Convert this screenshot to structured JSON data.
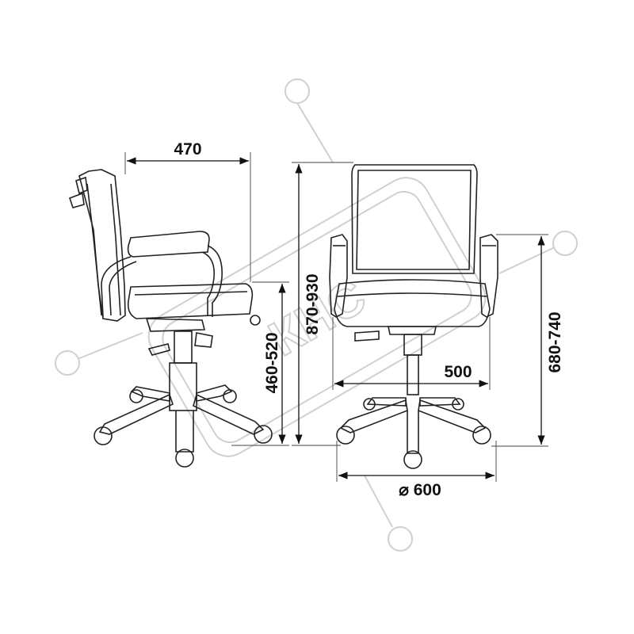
{
  "watermark": {
    "text": "КНС"
  },
  "side_view": {
    "depth_label": "470",
    "seat_height_label": "460-520"
  },
  "front_view": {
    "total_height_label": "870-930",
    "seat_width_label": "500",
    "armrest_height_label": "680-740",
    "base_diameter_label": "⌀ 600"
  },
  "colors": {
    "line": "#222222",
    "watermark": "#d0d0d0",
    "background": "#ffffff"
  }
}
